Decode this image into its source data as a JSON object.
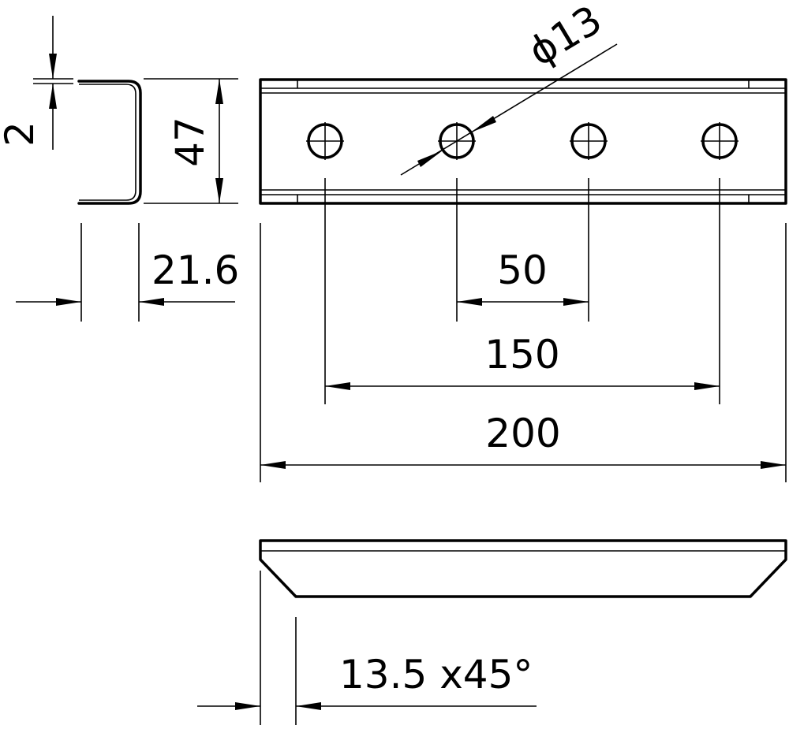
{
  "drawing": {
    "dimensions": {
      "wall_thickness": "2",
      "profile_height": "47",
      "profile_depth": "21.6",
      "hole_diameter": "ϕ13",
      "hole_pitch": "50",
      "outer_hole_span": "150",
      "total_length": "200",
      "chamfer": "13.5 x45°"
    }
  }
}
